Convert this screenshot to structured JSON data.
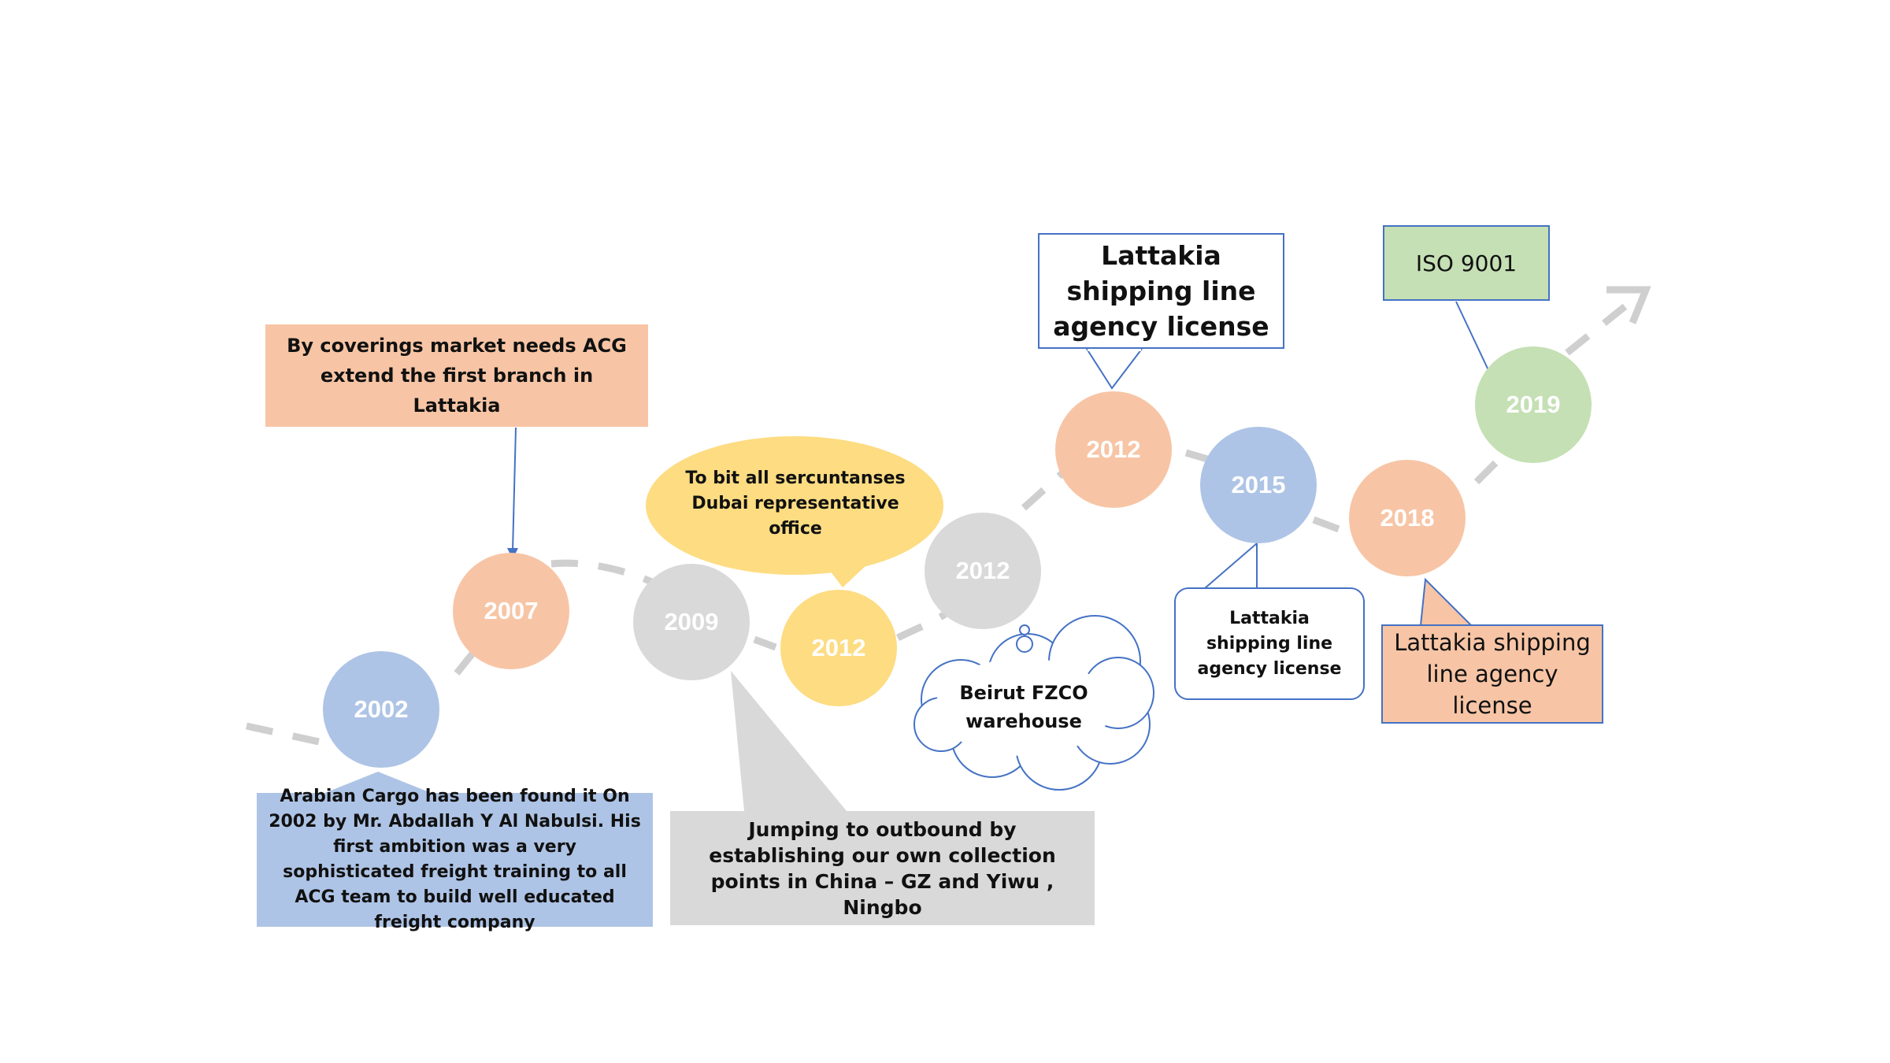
{
  "timeline": {
    "nodes": [
      {
        "year": "2002",
        "color": "#aec4e6"
      },
      {
        "year": "2007",
        "color": "#f7c5a5"
      },
      {
        "year": "2009",
        "color": "#d9d9d9"
      },
      {
        "year": "2012",
        "color": "#fddc82"
      },
      {
        "year": "2012",
        "color": "#d9d9d9"
      },
      {
        "year": "2012",
        "color": "#f7c5a5"
      },
      {
        "year": "2015",
        "color": "#aec4e6"
      },
      {
        "year": "2018",
        "color": "#f7c5a5"
      },
      {
        "year": "2019",
        "color": "#c5e0b4"
      }
    ],
    "callouts": {
      "c2002": "Arabian Cargo has been found it On 2002 by Mr. Abdallah Y Al Nabulsi. His first ambition was a very sophisticated freight training to all ACG team to build well educated freight company",
      "c2007": "By coverings market needs ACG extend the first branch in Lattakia",
      "c2009": "Jumping to outbound  by establishing our own collection points in China – GZ and Yiwu , Ningbo",
      "c2012_dubai": "To bit all sercuntanses Dubai representative office",
      "c2012_beirut": "Beirut FZCO warehouse",
      "c2012_lattakia": "Lattakia shipping line agency license",
      "c2015": "Lattakia shipping line agency license",
      "c2018": "Lattakia shipping line agency license",
      "c2019": "ISO 9001"
    }
  },
  "colors": {
    "path": "#cfcfcf",
    "blue": "#aec4e6",
    "peach": "#f7c5a5",
    "gray": "#d9d9d9",
    "yellow": "#fddc82",
    "green": "#c5e0b4",
    "border_blue": "#4472c4"
  }
}
